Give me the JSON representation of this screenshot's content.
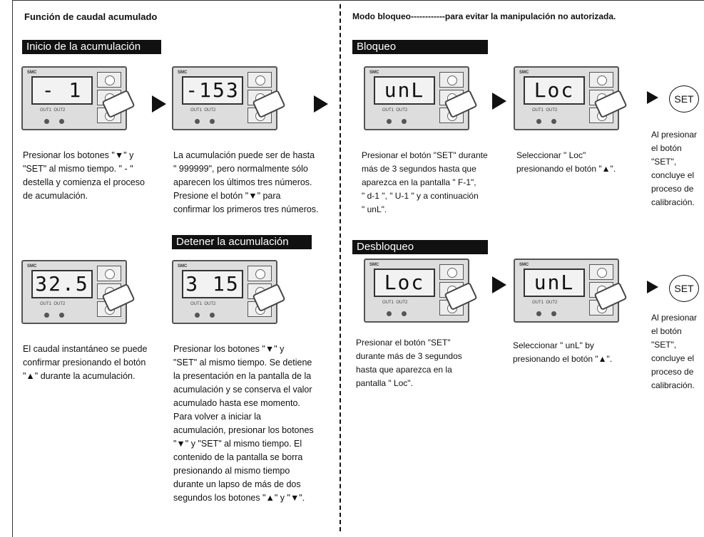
{
  "left": {
    "title": "Función de caudal acumulado",
    "start_bar": "Inicio de la acumulación",
    "stop_bar": "Detener la acumulación",
    "displays": [
      "- 1",
      "-153",
      "32.5",
      "3 15"
    ],
    "texts": {
      "t1": [
        "Presionar los botones \"▼\" y",
        "\"SET\" al mismo tiempo. \" - \"",
        "destella y comienza el proceso",
        "de acumulación."
      ],
      "t2": [
        "La acumulación puede ser de hasta",
        "\" 999999\", pero normalmente sólo",
        "aparecen los últimos tres números.",
        "Presione el botón \"▼\" para",
        "confirmar los primeros tres números."
      ],
      "t3": [
        "El caudal instantáneo se puede",
        "confirmar presionando el botón",
        "\"▲\" durante la acumulación."
      ],
      "t4": [
        "Presionar los botones \"▼\" y",
        "\"SET\" al mismo tiempo. Se detiene",
        "la presentación en la pantalla de la",
        "acumulación y se conserva el valor",
        "acumulado hasta ese momento.",
        "Para volver a iniciar la",
        "acumulación, presionar los botones",
        "\"▼\" y \"SET\" al mismo tiempo. El",
        "contenido de la pantalla se borra",
        "presionando al mismo tiempo",
        "durante un lapso de más de dos",
        "segundos los botones  \"▲\" y \"▼\"."
      ]
    }
  },
  "right": {
    "title": "Modo bloqueo------------para evitar la manipulación no autorizada.",
    "lock_bar": "Bloqueo",
    "unlock_bar": "Desbloqueo",
    "displays": [
      "unL",
      "Loc",
      "Loc",
      "unL"
    ],
    "set_label": "SET",
    "texts": {
      "l1": [
        "Presionar el botón \"SET\" durante",
        "más de 3 segundos hasta que",
        "aparezca en la pantalla \" F-1\",",
        "\" d-1 \", \" U-1 \" y a continuación",
        "\" unL\"."
      ],
      "l2": [
        "Seleccionar \" Loc\"",
        "presionando el botón \"▲\"."
      ],
      "l3": [
        "Al presionar",
        "el botón",
        "\"SET\",",
        "concluye el",
        "proceso de",
        "calibración."
      ],
      "u1": [
        "Presionar el botón \"SET\"",
        "durante más de 3 segundos",
        "hasta que aparezca en la",
        "pantalla \" Loc\"."
      ],
      "u2": [
        "Seleccionar \" unL\" by",
        "presionando el botón \"▲\"."
      ],
      "u3": [
        "Al presionar",
        "el botón",
        "\"SET\",",
        "concluye el",
        "proceso de",
        "calibración."
      ]
    }
  },
  "device": {
    "logo": "SMC",
    "out1": "OUT1",
    "out2": "OUT2"
  }
}
